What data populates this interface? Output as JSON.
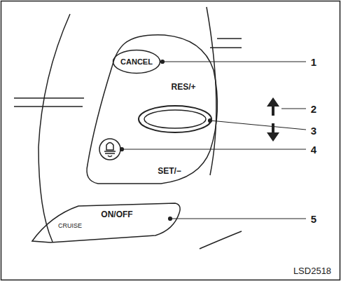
{
  "diagram": {
    "nodes": [
      {
        "text": [
          "CANCEL"
        ]
      },
      {
        "text": [
          "CRUISE",
          "ON/OFF"
        ]
      }
    ],
    "labels": [
      "RES/+",
      "SET/−",
      "1",
      "2",
      "3",
      "4",
      "5",
      "LSD2518"
    ]
  }
}
